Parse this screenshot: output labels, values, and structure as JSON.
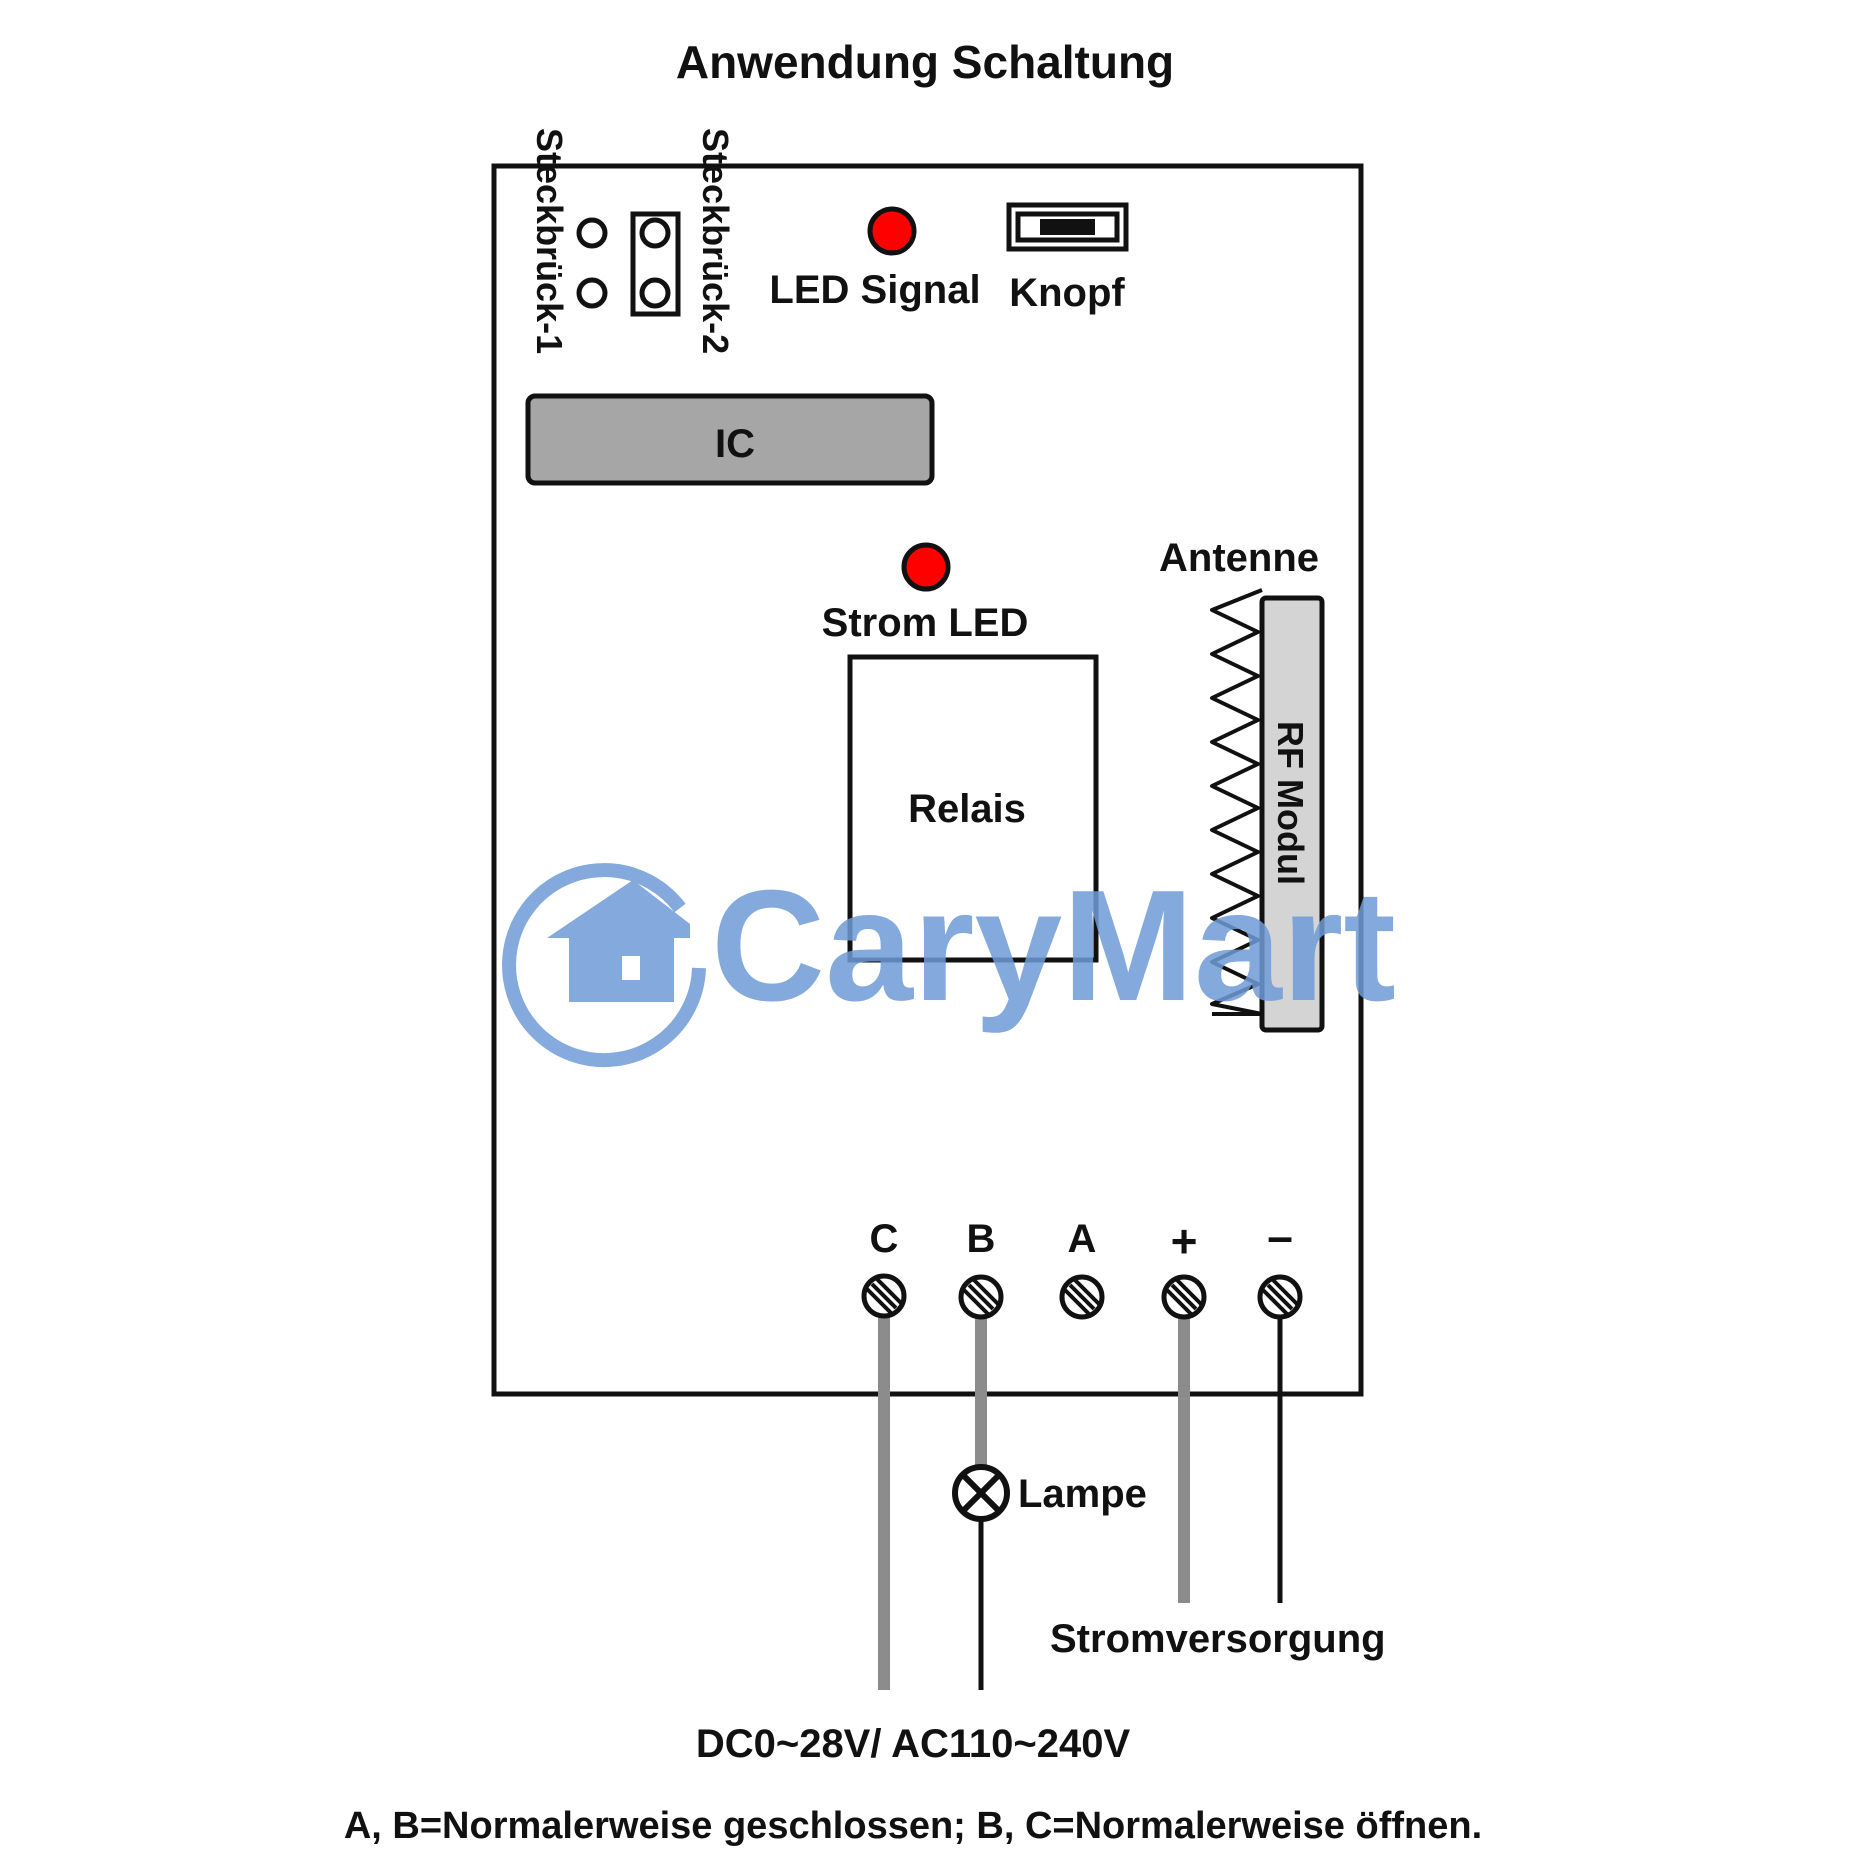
{
  "title": "Anwendung Schaltung",
  "labels": {
    "jumper1": "Steckbrück-1",
    "jumper2": "Steckbrück-2",
    "led_signal": "LED Signal",
    "button": "Knopf",
    "ic": "IC",
    "power_led": "Strom LED",
    "antenna": "Antenne",
    "relay": "Relais",
    "rf_module": "RF Modul",
    "lamp": "Lampe",
    "power_supply": "Stromversorgung",
    "voltage": "DC0~28V/ AC110~240V",
    "note": "A, B=Normalerweise geschlossen; B, C=Normalerweise öffnen."
  },
  "terminals": [
    "C",
    "B",
    "A",
    "+",
    "–"
  ],
  "watermark": {
    "text": "CaryMart",
    "icon": "house-logo-icon"
  },
  "colors": {
    "led": "#ff0000",
    "ic_fill": "#a6a6a6",
    "rf_fill": "#d4d4d4",
    "gray_wire": "#8c8c8c",
    "black_wire": "#111111",
    "watermark": "#6f9bd8"
  }
}
